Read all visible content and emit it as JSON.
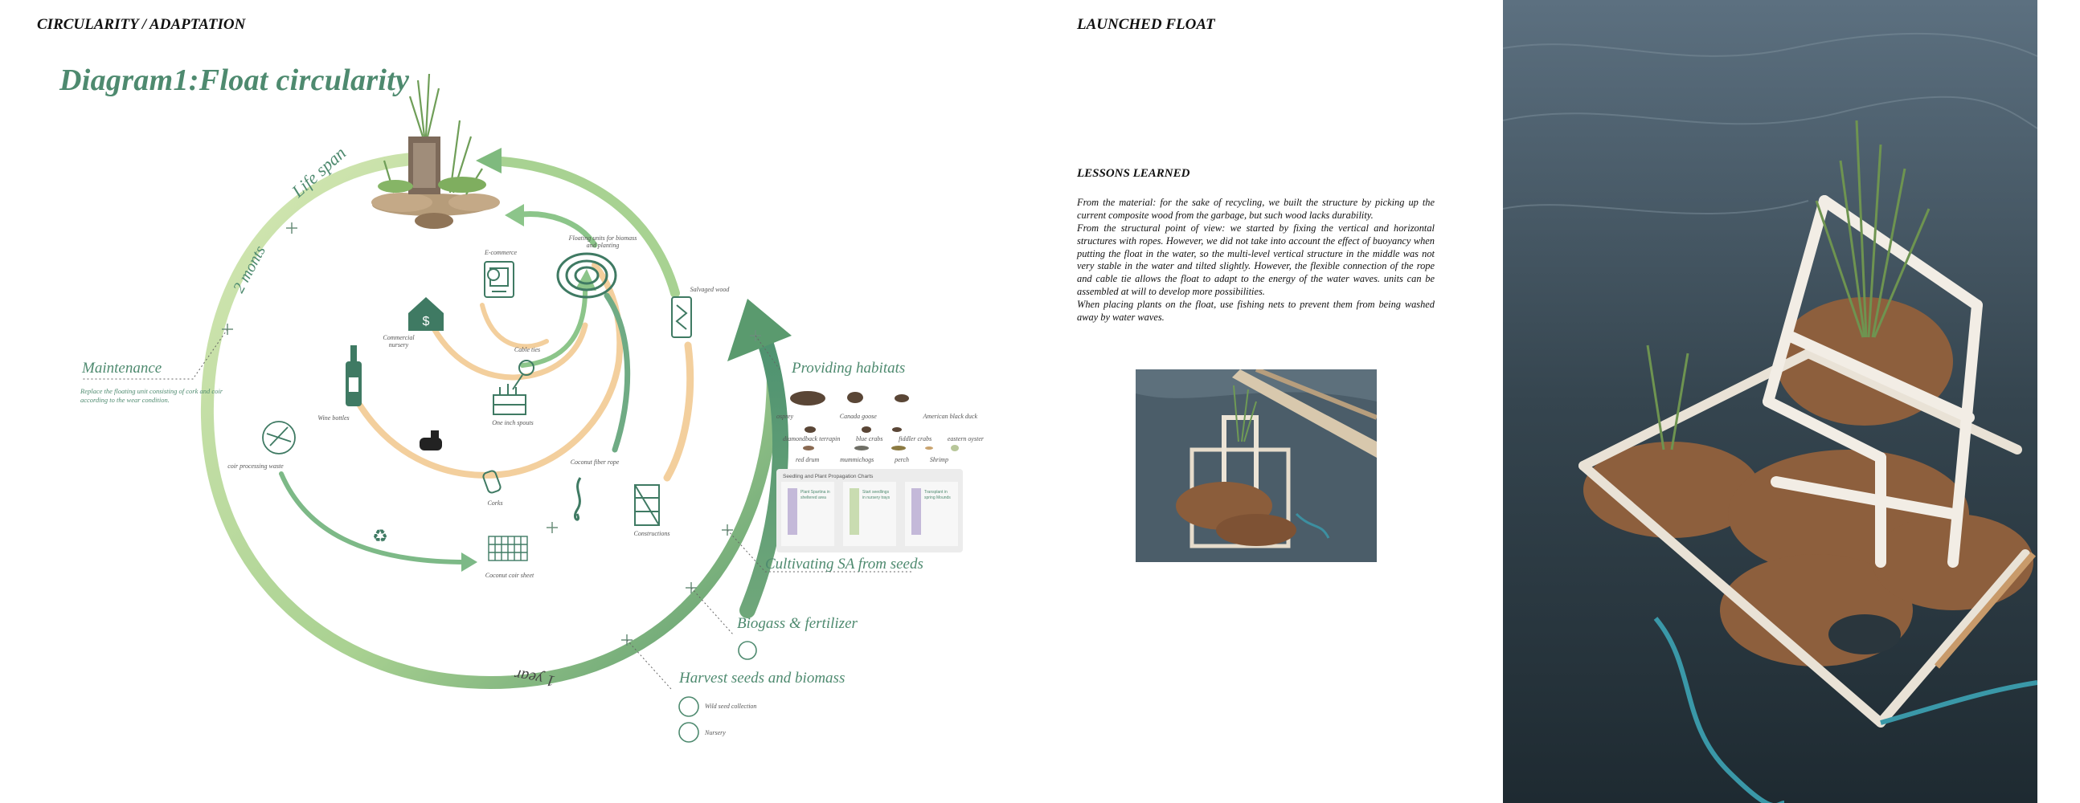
{
  "headers": {
    "left": "CIRCULARITY / ADAPTATION",
    "right": "LAUNCHED FLOAT"
  },
  "diagram": {
    "title": "Diagram1:Float circularity",
    "arc_labels": {
      "life_span": "Life span",
      "two_months": "2 monts",
      "one_year": "1 year"
    },
    "maintenance": {
      "label": "Maintenance",
      "desc": "Replace the floating unit consisting of cork and coir according to the wear condition."
    },
    "inner_nodes": {
      "ecommerce": "E-commerce",
      "floating_units": "Floating units for biomass and planting",
      "commercial_nursery": "Commercial nursery",
      "cable_ties": "Cable ties",
      "wine_bottles": "Wine bottles",
      "one_inch_spouts": "One inch spouts",
      "coir_processing_waste": "coir processing waste",
      "corks": "Corks",
      "coconut_fiber_rope": "Coconut fiber rope",
      "constructions": "Constructions",
      "coconut_coir_sheet": "Coconut coir sheet",
      "salvaged_wood": "Salvaged wood"
    },
    "outputs": {
      "habitats": "Providing habitats",
      "species_row1": [
        "osprey",
        "Canada goose",
        "American black duck"
      ],
      "species_row2": [
        "diamondback terrapin",
        "blue crabs",
        "fiddler crabs",
        "eastern oyster"
      ],
      "species_row3": [
        "red drum",
        "mummichogs",
        "perch",
        "Shrimp"
      ],
      "chart_caption": "Seedling and Plant Propagation Charts",
      "chart_cols": [
        "Plant Spartina in sheltered area",
        "Start seedlings in nursery trays",
        "Transplant in spring Mounds"
      ],
      "cultivating": "Cultivating SA from seeds",
      "biogas": "Biogass & fertilizer",
      "harvest": "Harvest seeds and biomass",
      "wild_seed": "Wild seed collection",
      "nursery": "Nursery"
    }
  },
  "lessons": {
    "title": "LESSONS LEARNED",
    "paragraphs": [
      "From the material: for the sake of recycling, we built the structure by picking up the current composite wood from the garbage, but such wood lacks durability.",
      "From the structural point of view: we started by fixing the vertical and horizontal structures with ropes. However, we did not take into account the effect of buoyancy when putting the float in the water, so the multi-level vertical structure in the middle was not very stable in the water and tilted slightly. However, the flexible connection of the rope and cable tie allows the float to adapt to the energy of the water waves. units can be assembled at will to develop more possibilities.",
      "When placing plants on the float, use fishing nets to prevent them from being washed away by water waves."
    ]
  },
  "colors": {
    "accent_green": "#4e8a6f",
    "arc_light": "#c7dfa6",
    "arc_dark": "#5a9a6e",
    "orange_arc": "#f3cf9d",
    "water_dark": "#2b3a44"
  }
}
